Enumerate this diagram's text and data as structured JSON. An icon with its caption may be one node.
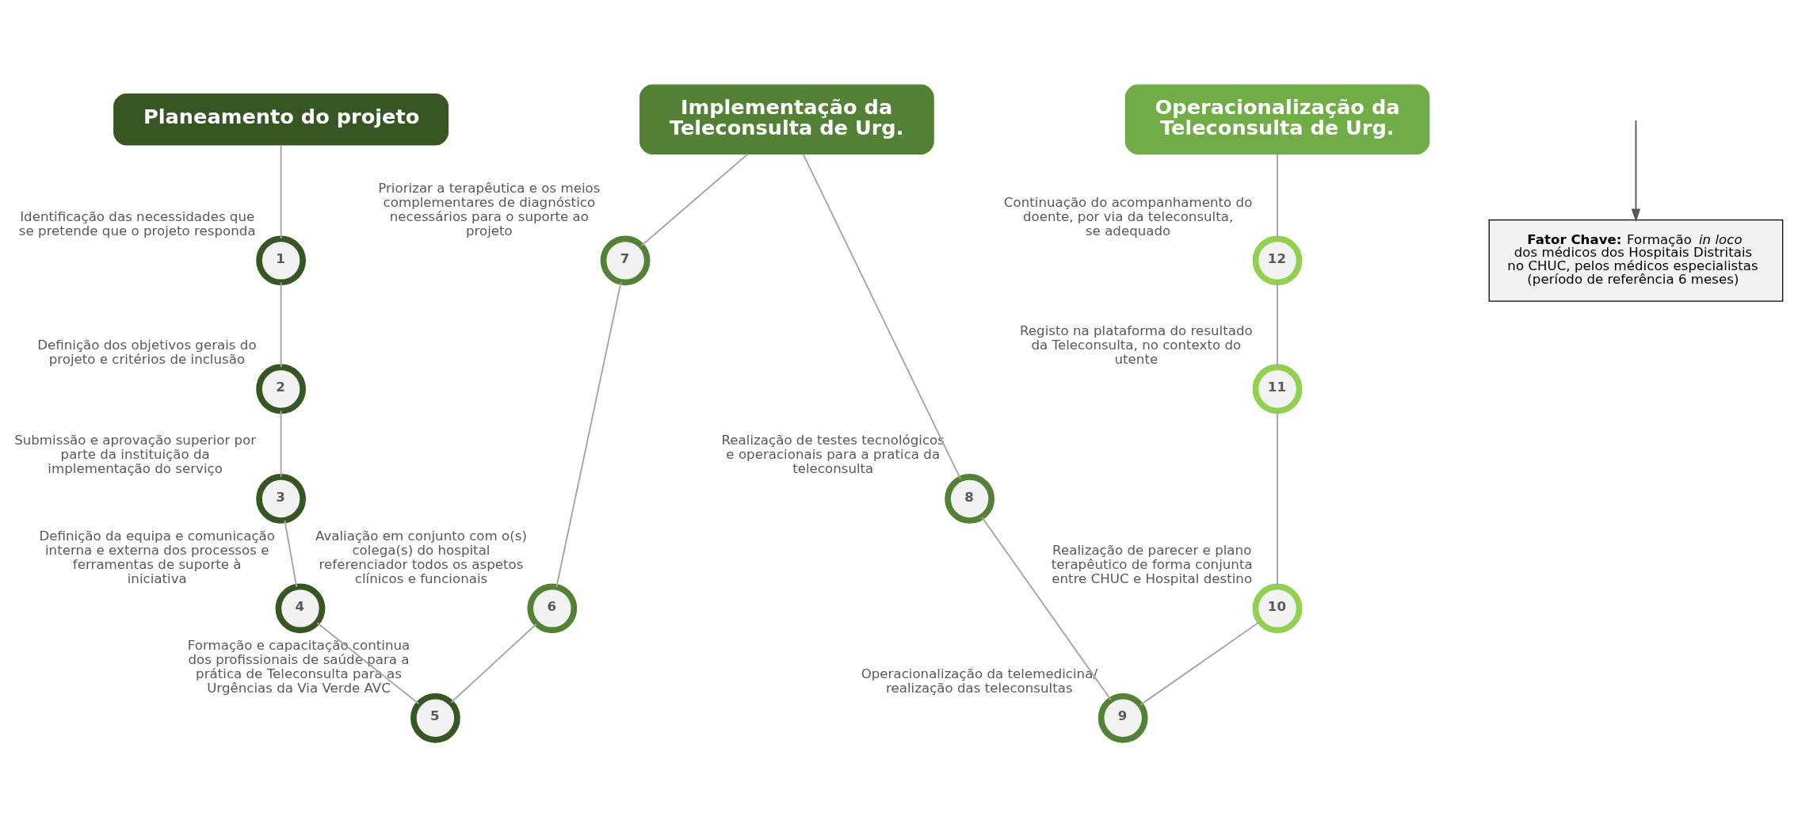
{
  "diagram": {
    "nodes": [
      {
        "text": [
          "Planeamento do projeto"
        ]
      },
      {
        "text": [
          "Implementação da Teleconsulta de Urg."
        ]
      },
      {
        "text": [
          "Operacionalização da Teleconsulta de Urg."
        ]
      },
      {
        "text": [
          "1"
        ],
        "beside": [
          "Identificação das necessidades que se pretende que o projeto responda"
        ]
      },
      {
        "text": [
          "2"
        ],
        "beside": [
          "Definição dos objetivos gerais do projeto e critérios de inclusão"
        ]
      },
      {
        "text": [
          "3"
        ],
        "beside": [
          "Submissão e aprovação superior por parte da instituição da implementação do serviço"
        ]
      },
      {
        "text": [
          "4"
        ],
        "beside": [
          "Definição da equipa e comunicação interna e externa dos processos e ferramentas de suporte à iniciativa"
        ]
      },
      {
        "text": [
          "5"
        ],
        "beside": [
          "Formação e capacitação continua dos profissionais de saúde para a prática de Teleconsulta para as Urgências da Via Verde AVC"
        ]
      },
      {
        "text": [
          "6"
        ],
        "beside": [
          "Avaliação em conjunto com o(s) colega(s) do hospital referenciador todos os aspetos clínicos e funcionais"
        ]
      },
      {
        "text": [
          "7"
        ],
        "beside": [
          "Priorizar a terapêutica e os meios complementares de diagnóstico necessários para o suporte ao projeto"
        ]
      },
      {
        "text": [
          "8"
        ],
        "beside": [
          "Realização de testes tecnológicos e operacionais para a pratica da teleconsulta"
        ]
      },
      {
        "text": [
          "9"
        ],
        "beside": [
          "Operacionalização da telemedicina/ realização das teleconsultas"
        ]
      },
      {
        "text": [
          "10"
        ],
        "beside": [
          "Realização de parecer e plano terapêutico de forma conjunta entre CHUC e Hospital destino"
        ]
      },
      {
        "text": [
          "11"
        ],
        "beside": [
          "Registo na plataforma do resultado da Teleconsulta, no contexto do utente"
        ]
      },
      {
        "text": [
          "12"
        ],
        "beside": [
          "Continuação do acompanhamento do doente, por via da teleconsulta, se adequado"
        ]
      },
      {
        "text": [
          "**Fator Chave:** Formação *in loco* dos médicos dos Hospitais Distritais no CHUC, pelos médicos especialistas (período de referência 6 meses)"
        ]
      }
    ],
    "edges": [
      {
        "from": 0,
        "to": 3,
        "arrow": "none"
      },
      {
        "from": 3,
        "to": 4,
        "arrow": "none"
      },
      {
        "from": 4,
        "to": 5,
        "arrow": "none"
      },
      {
        "from": 5,
        "to": 6,
        "arrow": "none"
      },
      {
        "from": 6,
        "to": 7,
        "arrow": "none"
      },
      {
        "from": 7,
        "to": 8,
        "arrow": "none"
      },
      {
        "from": 8,
        "to": 9,
        "arrow": "none"
      },
      {
        "from": 9,
        "to": 1,
        "arrow": "none"
      },
      {
        "from": 1,
        "to": 10,
        "arrow": "none"
      },
      {
        "from": 10,
        "to": 11,
        "arrow": "none"
      },
      {
        "from": 11,
        "to": 12,
        "arrow": "none"
      },
      {
        "from": 12,
        "to": 13,
        "arrow": "none"
      },
      {
        "from": 13,
        "to": 14,
        "arrow": "none"
      },
      {
        "from": 14,
        "to": 2,
        "arrow": "none"
      },
      {
        "from": null,
        "to": 15,
        "arrow": "to",
        "color": "#595959"
      }
    ]
  }
}
